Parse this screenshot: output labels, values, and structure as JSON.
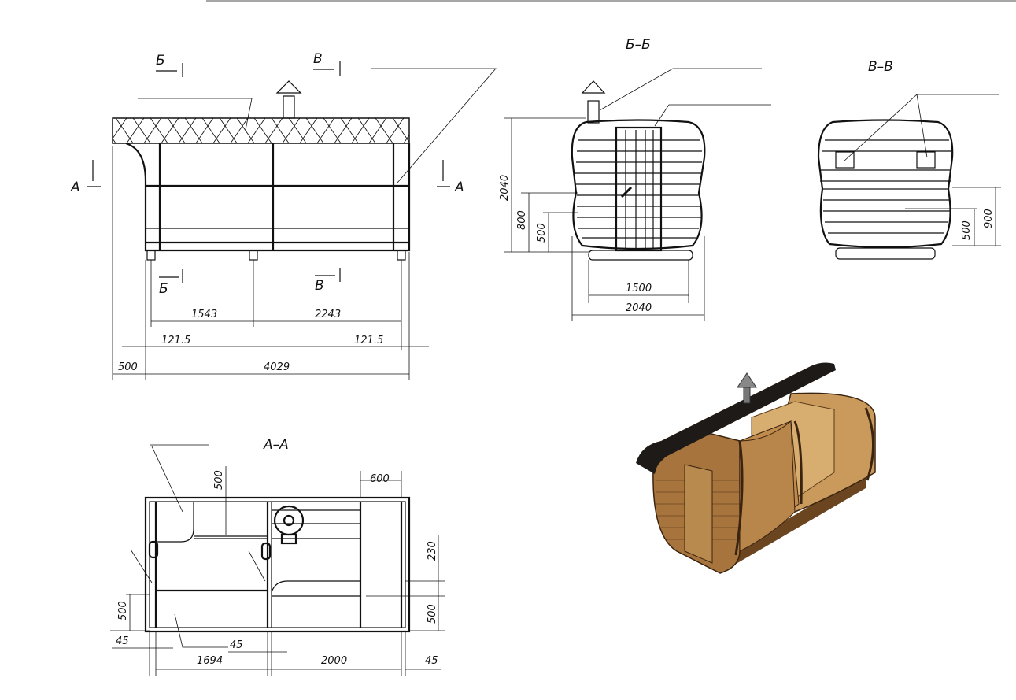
{
  "marks": {
    "b": "Б",
    "v": "В",
    "a": "А"
  },
  "titles": {
    "bb": "Б–Б",
    "vv": "В–В",
    "aa": "А–А"
  },
  "front_view": {
    "d1": "1543",
    "d2": "2243",
    "d3": "121.5",
    "d4": "121.5",
    "d5": "500",
    "d6": "4029"
  },
  "section_bb": {
    "h_total": "2040",
    "h_800": "800",
    "h_500": "500",
    "w_1500": "1500",
    "w_2040": "2040"
  },
  "section_vv": {
    "h_900": "900",
    "h_500": "500"
  },
  "section_aa": {
    "d_500_top": "500",
    "d_600": "600",
    "d_230": "230",
    "d_500_right": "500",
    "d_500_left": "500",
    "d_45_left": "45",
    "d_45_mid": "45",
    "d_1694": "1694",
    "d_2000": "2000",
    "d_45_right": "45"
  },
  "colors": {
    "wood": "#b98a4e",
    "wood_dark": "#7a4f22",
    "roof": "#1e1a17"
  }
}
